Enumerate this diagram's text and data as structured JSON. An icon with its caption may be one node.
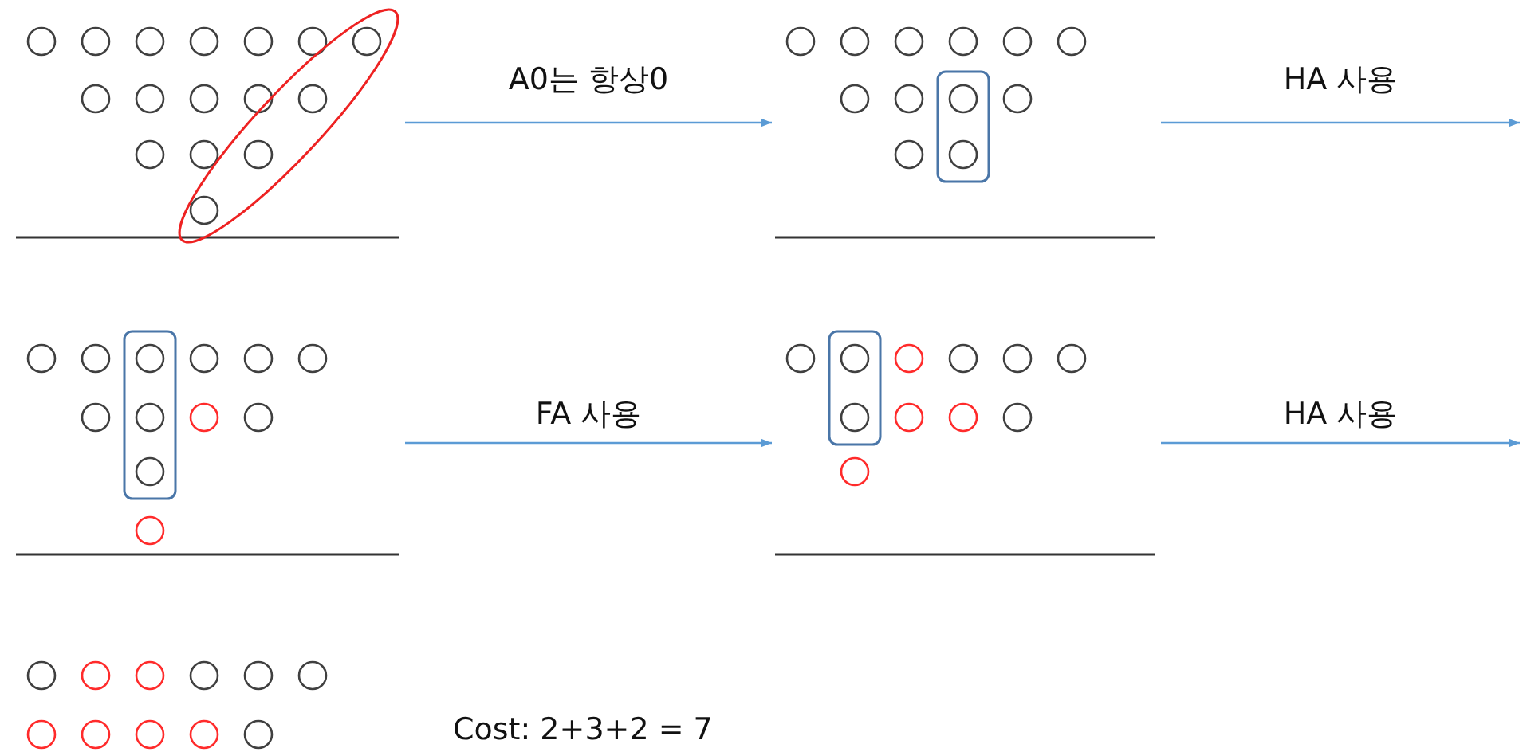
{
  "diagram": {
    "nodes": [
      {
        "text": [],
        "shape": "picture"
      },
      {
        "text": [],
        "shape": "picture"
      },
      {
        "text": [],
        "shape": "picture"
      },
      {
        "text": [],
        "shape": "picture"
      },
      {
        "text": [],
        "shape": "picture"
      }
    ],
    "edges": [
      {
        "from": 0,
        "to": 1,
        "arrow": "to",
        "label": "A0는 항상0"
      },
      {
        "from": 1,
        "to": null,
        "arrow": "to",
        "label": "HA 사용"
      },
      {
        "from": 2,
        "to": 3,
        "arrow": "to",
        "label": "FA 사용"
      },
      {
        "from": 3,
        "to": null,
        "arrow": "to",
        "label": "HA 사용"
      }
    ],
    "labels": [
      "Cost: 2+3+2 = 7"
    ]
  }
}
